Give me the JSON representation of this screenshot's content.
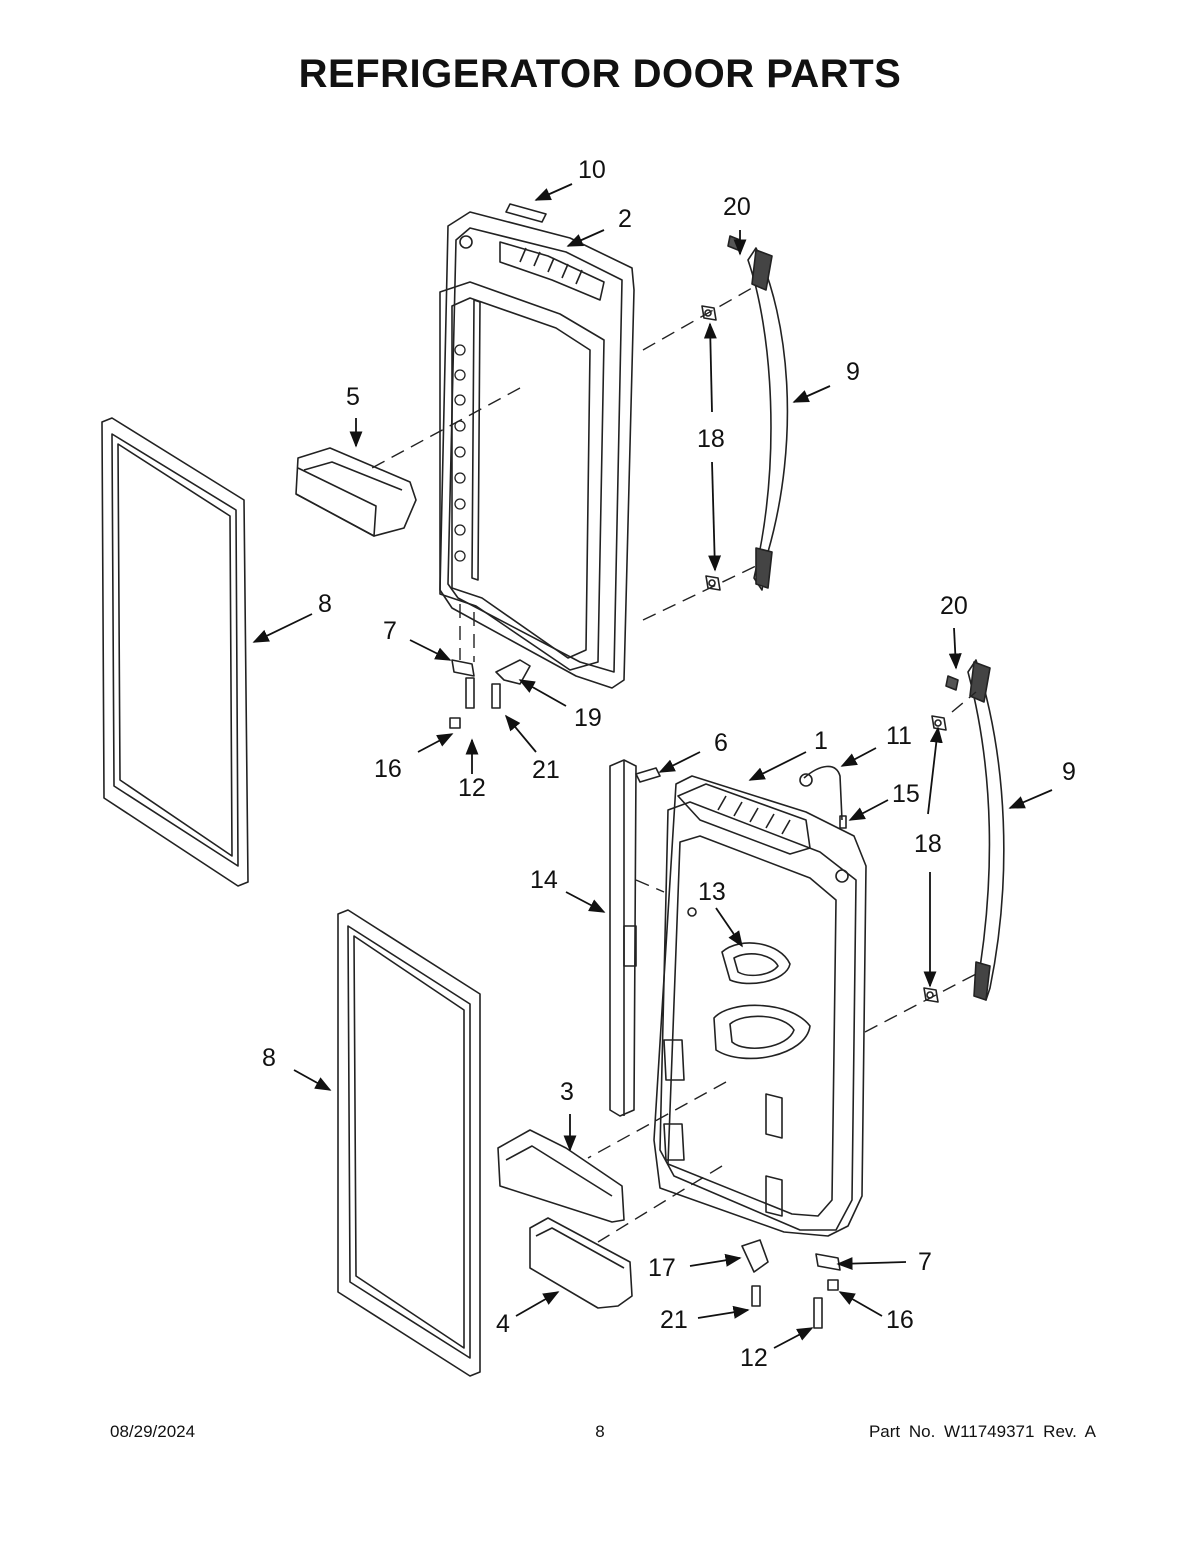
{
  "title": "REFRIGERATOR DOOR PARTS",
  "callouts": {
    "c10": "10",
    "c2": "2",
    "c20a": "20",
    "c9a": "9",
    "c5": "5",
    "c18a": "18",
    "c8a": "8",
    "c7a": "7",
    "c19": "19",
    "c16a": "16",
    "c12a": "12",
    "c21a": "21",
    "c20b": "20",
    "c6": "6",
    "c1": "1",
    "c11": "11",
    "c9b": "9",
    "c15": "15",
    "c18b": "18",
    "c14": "14",
    "c13": "13",
    "c8b": "8",
    "c3": "3",
    "c17": "17",
    "c7b": "7",
    "c21b": "21",
    "c16b": "16",
    "c4": "4",
    "c12b": "12"
  },
  "footer": {
    "date": "08/29/2024",
    "page": "8",
    "part": "Part No.  W11749371  Rev.  A"
  }
}
